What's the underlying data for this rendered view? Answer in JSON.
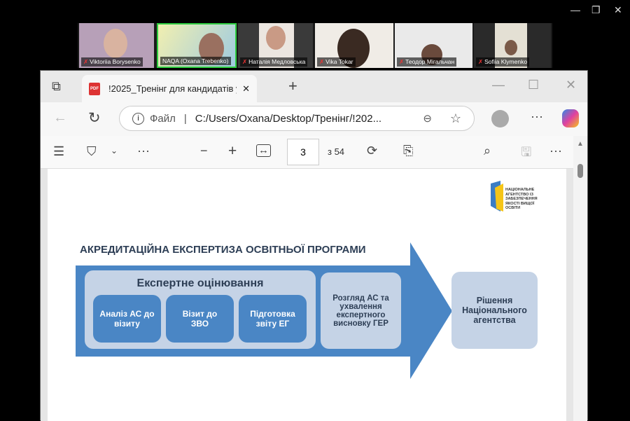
{
  "window_controls": {
    "minimize": "—",
    "restore": "❐",
    "close": "✕"
  },
  "participants": [
    {
      "name": "Viktoriia Borysenko",
      "muted": true
    },
    {
      "name": "NAQA (Oxana Trebenko)",
      "muted": false,
      "active": true
    },
    {
      "name": "Наталія Медловська",
      "muted": true
    },
    {
      "name": "Vika Tokar",
      "muted": true
    },
    {
      "name": "Теодор Мігальчан",
      "muted": true
    },
    {
      "name": "Sofiia Klymenko",
      "muted": true
    }
  ],
  "browser": {
    "tab_title": "!2025_Тренінг для кандидатів у е",
    "pdf_badge": "PDF",
    "address_prefix": "Файл",
    "url": "C:/Users/Oxana/Desktop/Тренінг/!202...",
    "page_current": "3",
    "page_total": "з 54"
  },
  "slide": {
    "logo_text": "НАЦІОНАЛЬНЕ АГЕНТСТВО ІЗ ЗАБЕЗПЕЧЕННЯ ЯКОСТІ ВИЩОЇ ОСВІТИ",
    "title": "АКРЕДИТАЦІЙНА ЕКСПЕРТИЗА ОСВІТНЬОЇ ПРОГРАМИ",
    "group_title": "Експертне оцінювання",
    "steps": [
      "Аналіз АС до візиту",
      "Візит до ЗВО",
      "Підготовка звіту ЕГ"
    ],
    "review": "Розгляд АС та ухвалення експертного висновку ГЕР",
    "decision": "Рішення Національного агентства",
    "colors": {
      "arrow": "#4a86c5",
      "light": "#c5d3e6",
      "step": "#4a86c5"
    }
  }
}
